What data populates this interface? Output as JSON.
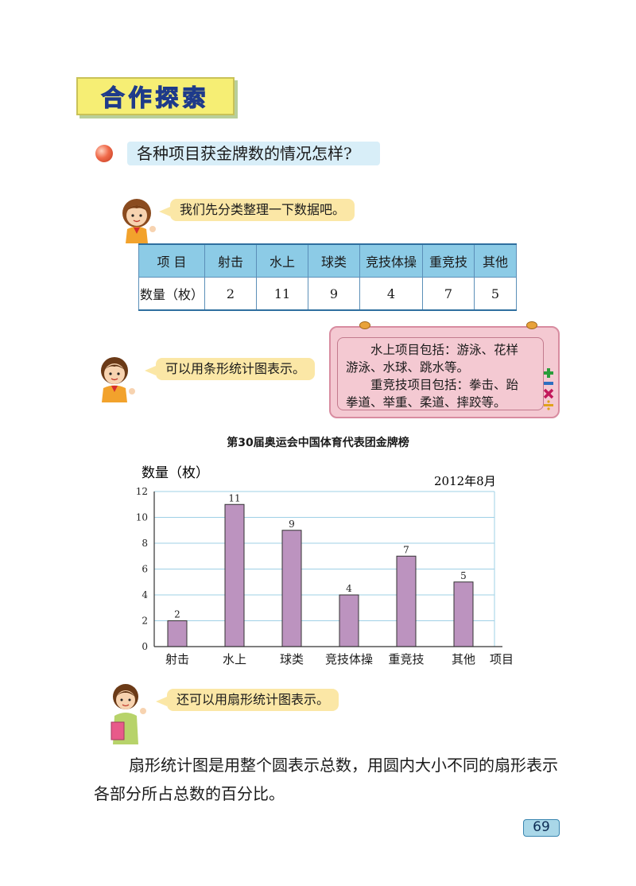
{
  "header": {
    "title": "合作探索"
  },
  "question": {
    "text": "各种项目获金牌数的情况怎样?"
  },
  "bubbles": [
    "我们先分类整理一下数据吧。",
    "可以用条形统计图表示。",
    "还可以用扇形统计图表示。"
  ],
  "table": {
    "headers": [
      "项 目",
      "射击",
      "水上",
      "球类",
      "竞技体操",
      "重竞技",
      "其他"
    ],
    "row_label": "数量（枚）",
    "values": [
      "2",
      "11",
      "9",
      "4",
      "7",
      "5"
    ]
  },
  "note": {
    "lines": [
      "水上项目包括：游泳、花样",
      "游泳、水球、跳水等。",
      "重竞技项目包括：拳击、跆",
      "拳道、举重、柔道、摔跤等。"
    ]
  },
  "chart_data": {
    "type": "bar",
    "title": "第30届奥运会中国体育代表团金牌榜",
    "date_note": "2012年8月",
    "ylabel": "数量（枚）",
    "xlabel": "项目",
    "categories": [
      "射击",
      "水上",
      "球类",
      "竞技体操",
      "重竞技",
      "其他"
    ],
    "values": [
      2,
      11,
      9,
      4,
      7,
      5
    ],
    "yticks": [
      "0",
      "2",
      "4",
      "6",
      "8",
      "10",
      "12"
    ],
    "ylim": [
      0,
      12
    ],
    "grid": true,
    "bar_color": "#bc93bf"
  },
  "paragraph": "扇形统计图是用整个圆表示总数，用圆内大小不同的扇形表示各部分所占总数的百分比。",
  "page_number": "69",
  "colors": {
    "banner": "#f6ee74",
    "table_head": "#8ccbe6",
    "bubble": "#fbe7a6",
    "note": "#f4c9d2"
  },
  "icons": [
    "red-ball-icon",
    "girl-avatar",
    "teacher-avatar",
    "math-symbols-icon"
  ]
}
